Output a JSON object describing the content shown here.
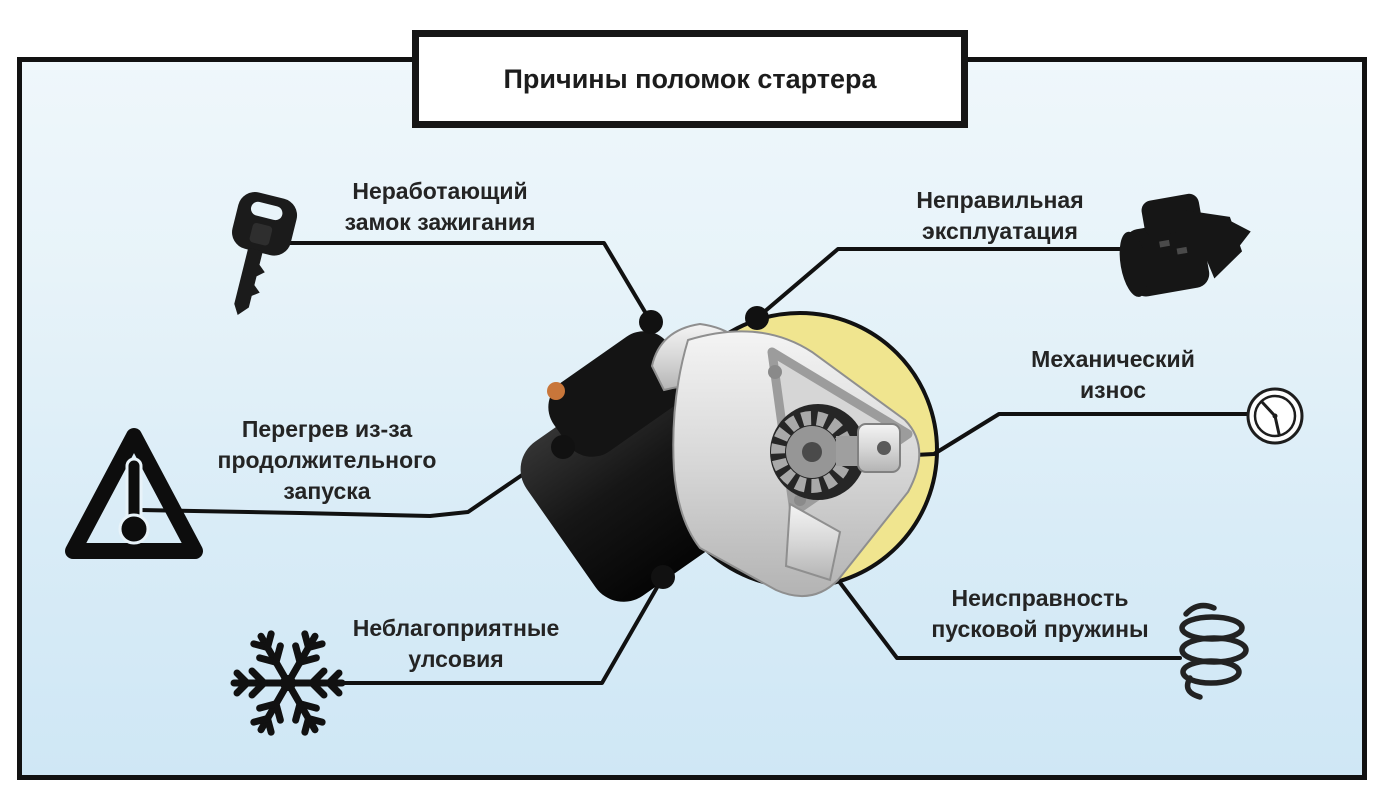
{
  "title": "Причины поломок стартера",
  "colors": {
    "background_top": "#eff7fb",
    "background_bottom": "#cfe7f5",
    "frame_border": "#111111",
    "accent_circle": "#f0e58f",
    "line": "#111111",
    "label_text": "#242424",
    "title_text": "#1c1c1c",
    "copper_terminal": "#c8763a"
  },
  "center_illustration": "car-starter-motor-photo",
  "causes": [
    {
      "id": "ignition-lock",
      "icon": "car-key-icon",
      "lines": [
        "Неработающий",
        "замок зажигания"
      ]
    },
    {
      "id": "improper-operation",
      "icon": "starter-icon",
      "lines": [
        "Неправильная",
        "эксплуатация"
      ]
    },
    {
      "id": "mechanical-wear",
      "icon": "gauge-clock-icon",
      "lines": [
        "Механический",
        "износ"
      ]
    },
    {
      "id": "overheating",
      "icon": "warning-thermometer-icon",
      "lines": [
        "Перегрев из-за",
        "продолжительного",
        "запуска"
      ]
    },
    {
      "id": "adverse-conditions",
      "icon": "snowflake-icon",
      "lines": [
        "Неблагоприятные",
        "улсовия"
      ]
    },
    {
      "id": "starter-spring-failure",
      "icon": "spring-icon",
      "lines": [
        "Неисправность",
        "пусковой пружины"
      ]
    }
  ]
}
